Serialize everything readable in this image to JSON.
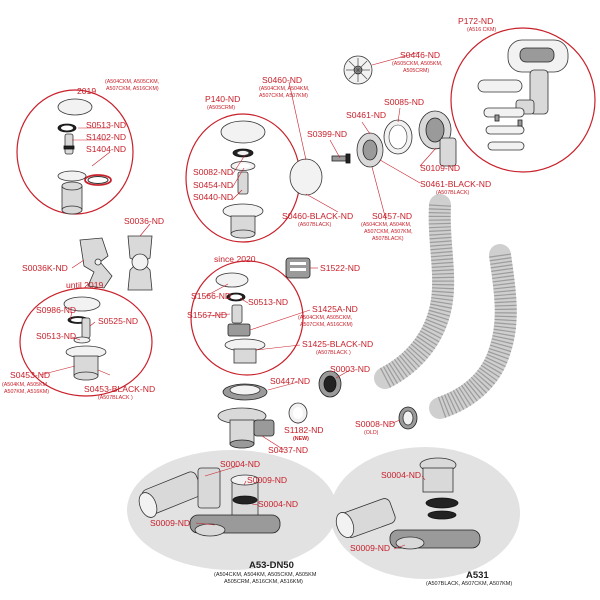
{
  "colors": {
    "accent": "#c8202a",
    "dark": "#222222",
    "ellipse": "#e2e2e2"
  },
  "groups": {
    "g2019": {
      "title": "2019",
      "sub": [
        "(A504CKM, A505CKM,",
        "A507CKM, A516CKM)"
      ]
    },
    "until2019": {
      "title": "until 2019"
    },
    "since2020": {
      "title": "since 2020"
    }
  },
  "parts": {
    "P172": {
      "label": "P172-ND",
      "sub": "(A516 CKM)"
    },
    "S0446": {
      "label": "S0446-ND",
      "sub": [
        "(A505CKM, A505KM,",
        "A505CRM)"
      ]
    },
    "S0460": {
      "label": "S0460-ND",
      "sub": [
        "(A504CKM, A504KM,",
        "A507CKM, A507KM)"
      ]
    },
    "P140": {
      "label": "P140-ND",
      "sub": "(A505CRM)"
    },
    "S0513a": {
      "label": "S0513-ND"
    },
    "S1402": {
      "label": "S1402-ND"
    },
    "S1404": {
      "label": "S1404-ND"
    },
    "S0085": {
      "label": "S0085-ND"
    },
    "S0461": {
      "label": "S0461-ND"
    },
    "S0399": {
      "label": "S0399-ND"
    },
    "S0082": {
      "label": "S0082-ND"
    },
    "S0454": {
      "label": "S0454-ND"
    },
    "S0440": {
      "label": "S0440-ND"
    },
    "S0109": {
      "label": "S0109-ND"
    },
    "S0461B": {
      "label": "S0461-BLACK-ND",
      "sub": "(A507BLACK)"
    },
    "S0036": {
      "label": "S0036-ND"
    },
    "S0460B": {
      "label": "S0460-BLACK-ND",
      "sub": "(A507BLACK)"
    },
    "S0457": {
      "label": "S0457-ND",
      "sub": [
        "(A504CKM, A504KM,",
        "A507CKM, A507KM,",
        "A507BLACK)"
      ]
    },
    "S0036K": {
      "label": "S0036K-ND"
    },
    "S1522": {
      "label": "S1522-ND"
    },
    "S1566": {
      "label": "S1566-ND"
    },
    "S0513c": {
      "label": "S0513-ND"
    },
    "S0986": {
      "label": "S0986-ND"
    },
    "S0525": {
      "label": "S0525-ND"
    },
    "S1425A": {
      "label": "S1425A-ND",
      "sub": [
        "(A504CKM, A505CKM,",
        "A507CKM, A516CKM)"
      ]
    },
    "S1567": {
      "label": "S1567-ND"
    },
    "S0513b": {
      "label": "S0513-ND"
    },
    "S1425B": {
      "label": "S1425-BLACK-ND",
      "sub": "(A507BLACK )"
    },
    "S0453": {
      "label": "S0453-ND",
      "sub": [
        "(A504KM, A505KM,",
        "A507KM, A516KM)"
      ]
    },
    "S0453B": {
      "label": "S0453-BLACK-ND",
      "sub": "(A507BLACK )"
    },
    "S0447": {
      "label": "S0447-ND"
    },
    "S0003": {
      "label": "S0003-ND"
    },
    "S1182": {
      "label": "S1182-ND",
      "sub": "(NEW)"
    },
    "S0008": {
      "label": "S0008-ND",
      "sub": "(OLD)"
    },
    "S0437": {
      "label": "S0437-ND"
    },
    "S0004a": {
      "label": "S0004-ND"
    },
    "S0009a": {
      "label": "S0009-ND"
    },
    "S0004b": {
      "label": "S0004-ND"
    },
    "S0009b": {
      "label": "S0009-ND"
    },
    "S0004c": {
      "label": "S0004-ND"
    },
    "S0009c": {
      "label": "S0009-ND"
    }
  },
  "assemblies": {
    "A53": {
      "title": "A53-DN50",
      "sub": [
        "(A504CKM, A504KM, A505CKM, A505KM",
        "A505CRM, A516CKM, A516KM)"
      ]
    },
    "A531": {
      "title": "A531",
      "sub": [
        "(A507BLACK, A507CKM, A507KM)"
      ]
    }
  }
}
